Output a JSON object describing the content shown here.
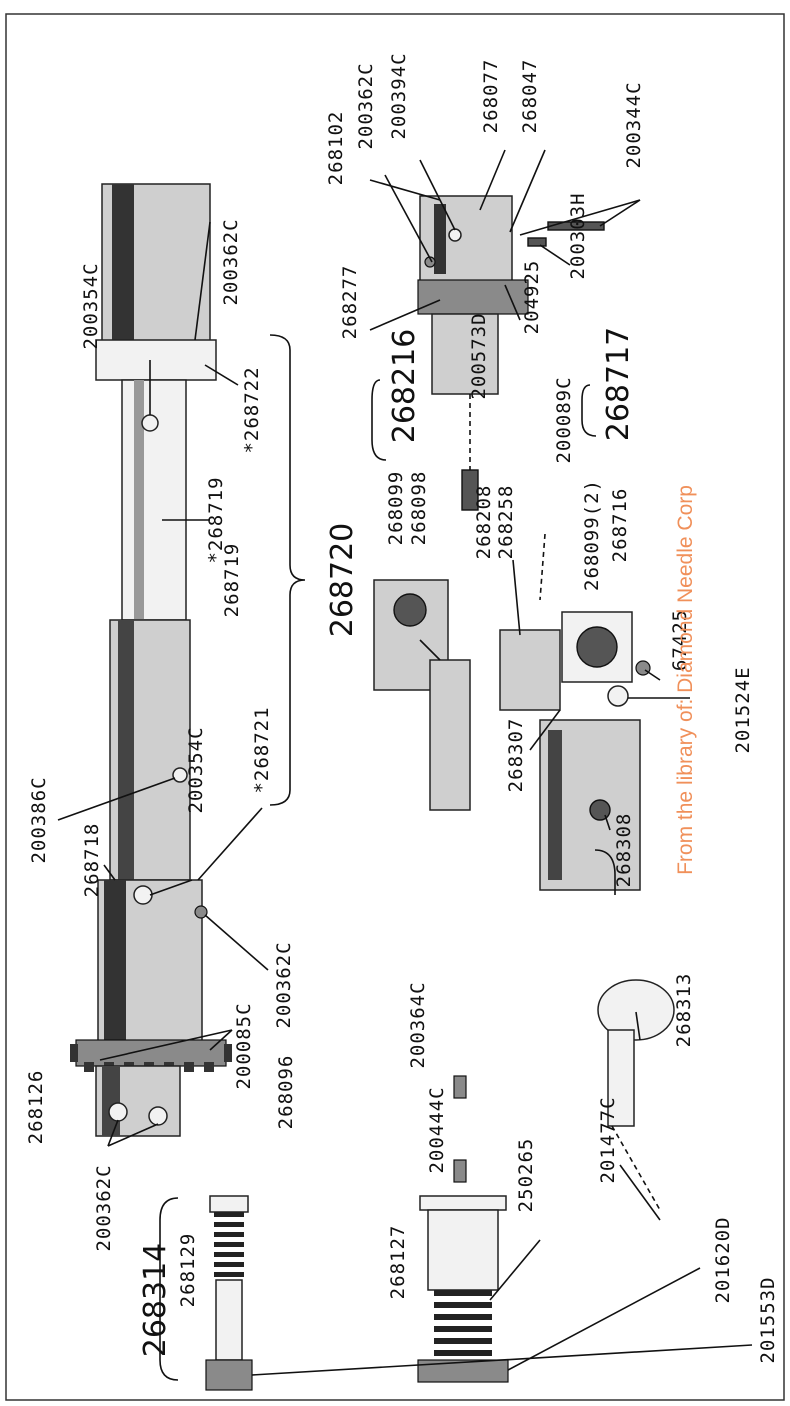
{
  "diagram": {
    "rotation_deg": -90,
    "watermark": "From the library of: Diamond Needle Corp",
    "assemblies": {
      "a268720": "268720",
      "a268216": "268216",
      "a268717": "268717",
      "a268314": "268314"
    },
    "labels": {
      "p200362C_a": "200362C",
      "p200354C_a": "200354C",
      "p268722": "*268722",
      "p268719": "268719",
      "p268719b": "*268719",
      "p268721": "*268721",
      "p200354C_b": "200354C",
      "p200386C": "200386C",
      "p268718": "268718",
      "p200362C_b": "200362C",
      "p200085C": "200085C",
      "p268096": "268096",
      "p268126": "268126",
      "p200362C_c": "200362C",
      "p268102": "268102",
      "p200362C_d": "200362C",
      "p200394C": "200394C",
      "p268077": "268077",
      "p268047": "268047",
      "p200344C": "200344C",
      "p200303H": "200303H",
      "p204925": "204925",
      "p268277": "268277",
      "p200573D": "200573D",
      "p200089C": "200089C",
      "p268099_a": "268099",
      "p268098": "268098",
      "p268208": "268208",
      "p268258": "268258",
      "p268099_2": "268099(2)",
      "p268716": "268716",
      "p67425": "67425",
      "p201524E": "201524E",
      "p268307": "268307",
      "p268308": "268308",
      "p268313": "268313",
      "p200364C": "200364C",
      "p200444C": "200444C",
      "p250265": "250265",
      "p201477C": "201477C",
      "p268127": "268127",
      "p201620D": "201620D",
      "p268129": "268129",
      "p201553D": "201553D"
    }
  }
}
